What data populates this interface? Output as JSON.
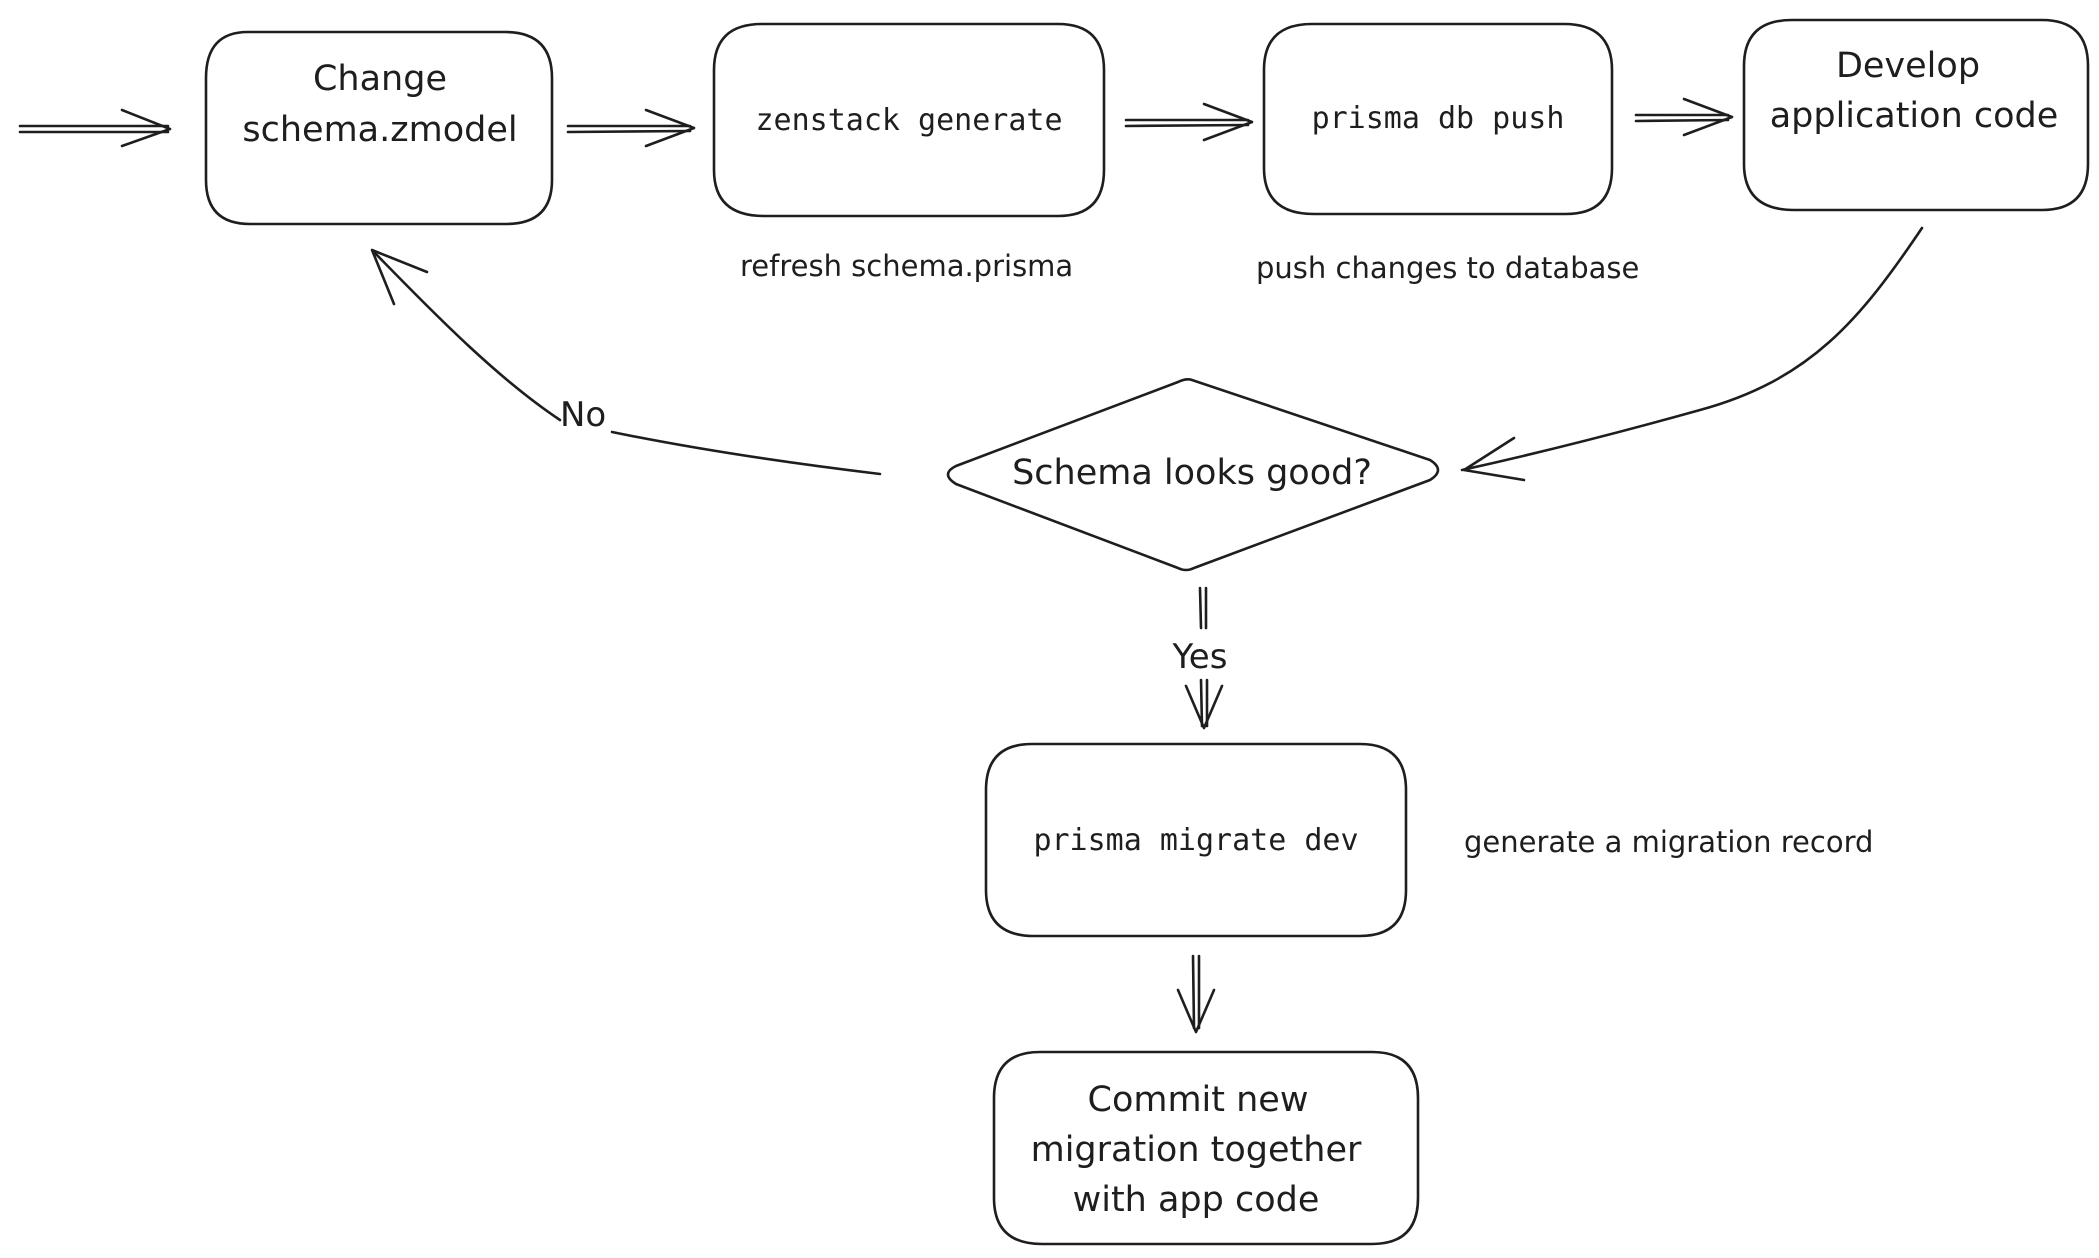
{
  "nodes": {
    "change_schema": {
      "lines": [
        "Change",
        "schema.zmodel"
      ]
    },
    "zenstack_generate": {
      "lines": [
        "zenstack generate"
      ]
    },
    "prisma_db_push": {
      "lines": [
        "prisma db push"
      ]
    },
    "develop_code": {
      "lines": [
        "Develop",
        "application code"
      ]
    },
    "schema_check": {
      "lines": [
        "Schema looks good?"
      ]
    },
    "prisma_migrate_dev": {
      "lines": [
        "prisma migrate dev"
      ]
    },
    "commit_migration": {
      "lines": [
        "Commit new",
        "migration together",
        "with app code"
      ]
    }
  },
  "notes": {
    "refresh": "refresh schema.prisma",
    "push_changes": "push changes to database",
    "generate_record": "generate a migration record"
  },
  "edges": {
    "no_label": "No",
    "yes_label": "Yes"
  }
}
